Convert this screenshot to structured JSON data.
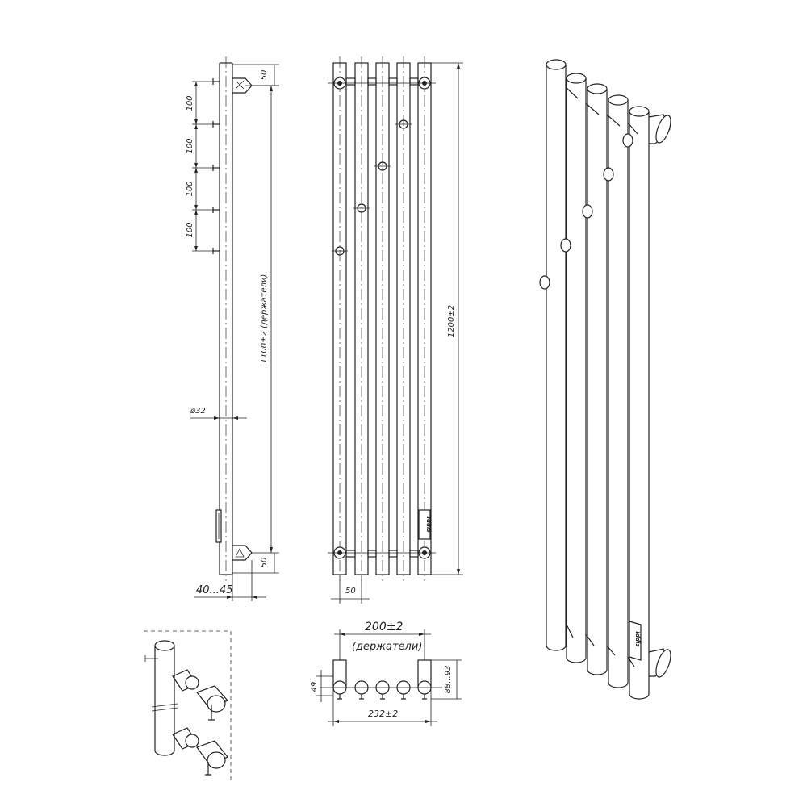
{
  "dims": {
    "side_top": "50",
    "pitch_1": "100",
    "pitch_2": "100",
    "pitch_3": "100",
    "pitch_4": "100",
    "holders_height": "1100±2 (держатели)",
    "diameter": "ø32",
    "side_bottom": "50",
    "depth": "40...45",
    "front_height": "1200±2",
    "front_offset": "50",
    "holders_width": "200±2",
    "holders_width_note": "(держатели)",
    "depth_49": "49",
    "depth_total": "88...93",
    "total_width": "232±2"
  },
  "labels": {
    "badge": "Iddis"
  },
  "colors": {
    "line": "#222222",
    "background": "#ffffff"
  }
}
